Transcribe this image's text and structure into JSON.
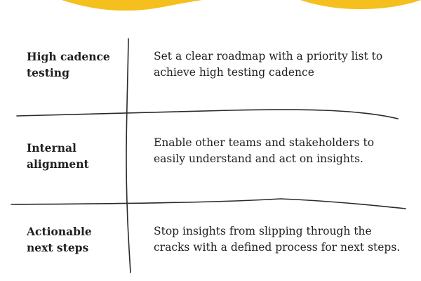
{
  "colors": {
    "accent_wave": "#f5bf1e",
    "ink": "#1f1f1f",
    "line": "#2a2a2a",
    "background": "#ffffff"
  },
  "rows": [
    {
      "label_lines": [
        "High cadence",
        "testing"
      ],
      "desc_lines": [
        "Set a clear roadmap with a priority list to",
        "achieve high testing cadence"
      ]
    },
    {
      "label_lines": [
        "Internal",
        "alignment"
      ],
      "desc_lines": [
        "Enable other teams and stakeholders to",
        "easily understand and act on insights."
      ]
    },
    {
      "label_lines": [
        "Actionable",
        "next steps"
      ],
      "desc_lines": [
        "Stop insights from slipping through the",
        "cracks with a defined process for next steps."
      ]
    }
  ]
}
